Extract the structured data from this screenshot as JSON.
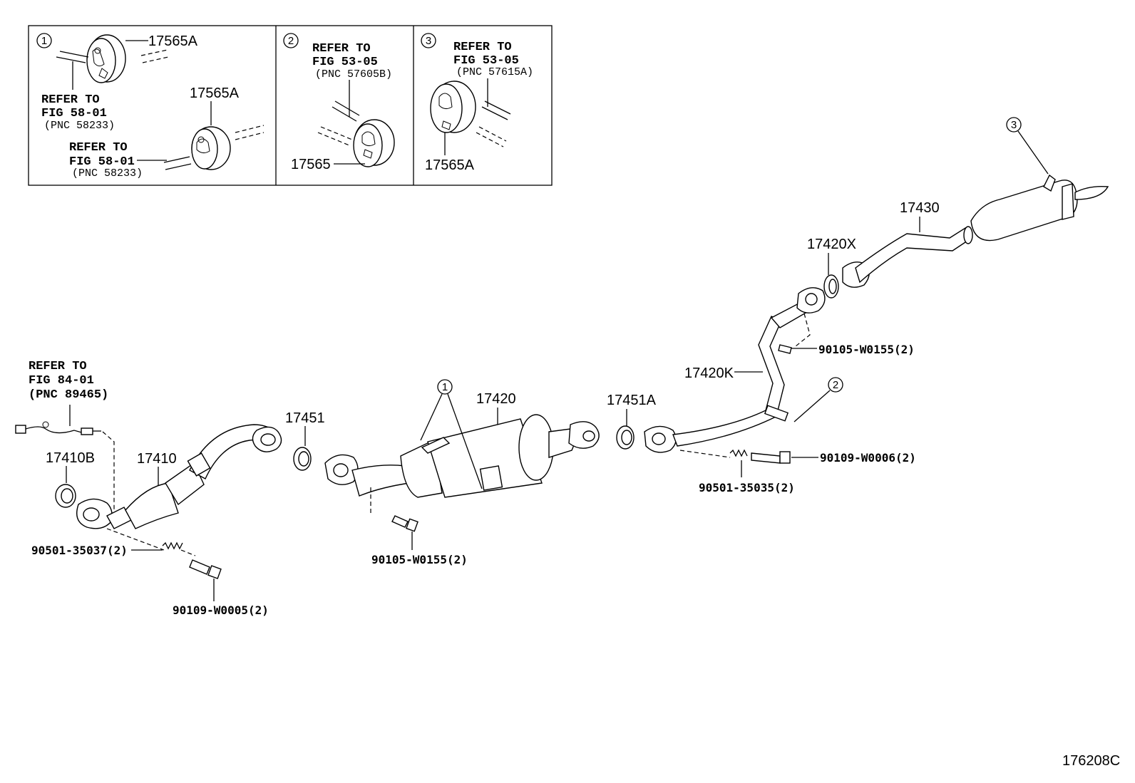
{
  "callouts": {
    "c1": "1",
    "c2": "2",
    "c3": "3"
  },
  "inset1": {
    "part_top": "17565A",
    "part_bottom": "17565A",
    "refer_a": [
      "REFER TO",
      "FIG 58-01",
      "(PNC 58233)"
    ],
    "refer_b": [
      "REFER TO",
      "FIG 58-01",
      "(PNC 58233)"
    ]
  },
  "inset2": {
    "refer": [
      "REFER TO",
      "FIG 53-05",
      "(PNC 57605B)"
    ],
    "part": "17565"
  },
  "inset3": {
    "refer": [
      "REFER TO",
      "FIG 53-05",
      "(PNC 57615A)"
    ],
    "part": "17565A"
  },
  "main": {
    "refer_sensor": [
      "REFER TO",
      "FIG 84-01",
      "(PNC 89465)"
    ],
    "p17410B": "17410B",
    "p17410": "17410",
    "p17451": "17451",
    "p17420": "17420",
    "p17451A": "17451A",
    "p17420K": "17420K",
    "p17420X": "17420X",
    "p17430": "17430",
    "bolt_a": "90501-35037(2)",
    "bolt_b": "90109-W0005(2)",
    "bolt_c": "90105-W0155(2)",
    "bolt_d": "90105-W0155(2)",
    "bolt_e": "90109-W0006(2)",
    "bolt_f": "90501-35035(2)"
  },
  "figure_id": "176208C"
}
